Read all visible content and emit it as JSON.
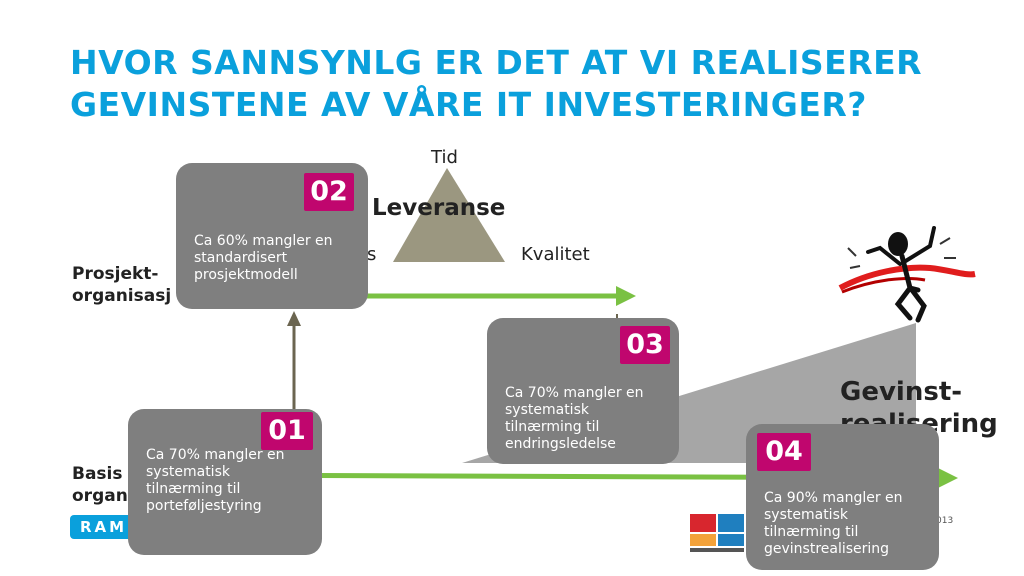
{
  "title": "HVOR SANNSYNLG ER DET AT VI REALISERER GEVINSTENE AV VÅRE IT INVESTERINGER?",
  "triangle": {
    "top_label": "Tid",
    "left_label": "s",
    "right_label": "Kvalitet",
    "name": "Leveranse"
  },
  "levels": {
    "project_line1": "Prosjekt-",
    "project_line2": "organisasj",
    "base_line1": "Basis",
    "base_line2": "organ"
  },
  "benefit_label_line1": "Gevinst-",
  "benefit_label_line2": "realisering",
  "cards": [
    {
      "number": "01",
      "text": [
        "Ca 70% mangler en",
        "systematisk",
        "tilnærming til",
        "porteføljestyring"
      ]
    },
    {
      "number": "02",
      "text": [
        "Ca 60% mangler en",
        "standardisert",
        "prosjektmodell"
      ]
    },
    {
      "number": "03",
      "text": [
        "Ca 70% mangler en",
        "systematisk",
        "tilnærming til",
        "endringsledelse"
      ]
    },
    {
      "number": "04",
      "text": [
        "Ca 90% mangler en",
        "systematisk",
        "tilnærming til",
        "gevinstrealisering"
      ]
    }
  ],
  "footer": {
    "brand": "RAMB",
    "year": "013"
  },
  "colors": {
    "title": "#0aa0dc",
    "card": "#7f7f7f",
    "badge": "#c0066e",
    "arrow": "#7ac143",
    "triangle": "#9b9780"
  }
}
